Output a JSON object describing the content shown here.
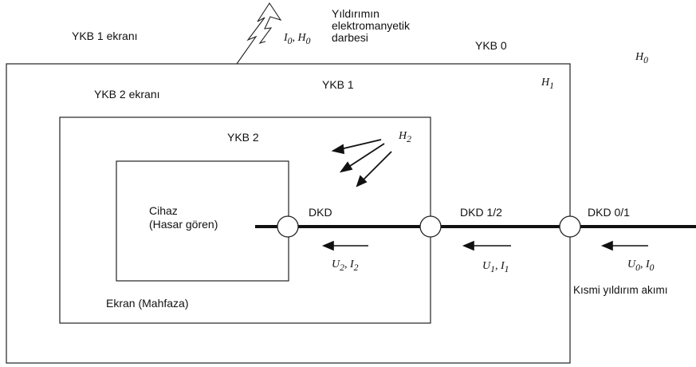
{
  "labels": {
    "ykb1_ekrani": "YKB 1 ekranı",
    "lightning_line1": "Yıldırımın",
    "lightning_line2": "elektromanyetik",
    "lightning_line3": "darbesi",
    "ykb0": "YKB 0",
    "ykb1": "YKB 1",
    "ykb2_ekrani": "YKB 2 ekranı",
    "ykb2": "YKB 2",
    "cihaz_line1": "Cihaz",
    "cihaz_line2": "(Hasar gören)",
    "dkd": "DKD",
    "dkd12": "DKD 1/2",
    "dkd01": "DKD 0/1",
    "ekran": "Ekran (Mahfaza)",
    "kismi": "Kısmi yıldırım akımı"
  },
  "math": {
    "i0h0": {
      "a": "I",
      "a_sub": "0",
      "sep": ", ",
      "b": "H",
      "b_sub": "0"
    },
    "h0": {
      "a": "H",
      "a_sub": "0"
    },
    "h1": {
      "a": "H",
      "a_sub": "1"
    },
    "h2": {
      "a": "H",
      "a_sub": "2"
    },
    "u2i2": {
      "a": "U",
      "a_sub": "2",
      "sep": ", ",
      "b": "I",
      "b_sub": "2"
    },
    "u1i1": {
      "a": "U",
      "a_sub": "1",
      "sep": ", ",
      "b": "I",
      "b_sub": "1"
    },
    "u0i0": {
      "a": "U",
      "a_sub": "0",
      "sep": ", ",
      "b": "I",
      "b_sub": "0"
    }
  }
}
